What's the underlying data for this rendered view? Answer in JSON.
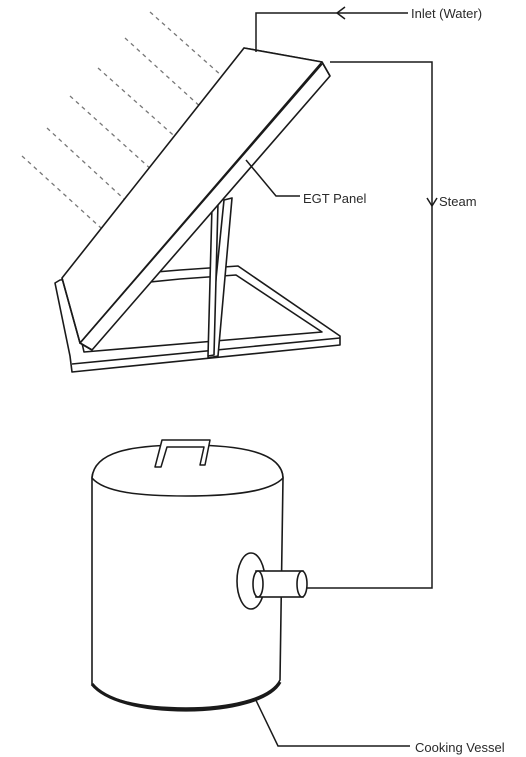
{
  "labels": {
    "inlet": "Inlet (Water)",
    "egt_panel": "EGT Panel",
    "steam": "Steam",
    "cooking_vessel": "Cooking Vessel"
  },
  "colors": {
    "stroke": "#1a1a1a",
    "dashed_rays": "#777777",
    "panel_face": "#ffffff",
    "background": "#ffffff"
  },
  "icons": {
    "flow_arrow_inlet": "arrow-left-icon",
    "flow_arrow_steam": "arrow-down-icon"
  }
}
